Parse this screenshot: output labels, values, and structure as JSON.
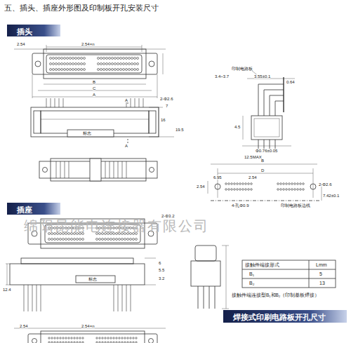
{
  "diagram": {
    "title": "五、插头、插座外形图及印制板开孔安装尺寸",
    "nodes": [
      {
        "text": [
          "插头"
        ]
      },
      {
        "text": [
          "插座"
        ]
      },
      {
        "text": [
          "焊接式印刷电路板开孔尺寸"
        ]
      }
    ],
    "labels": [
      "2.54",
      "2.54×n",
      "B",
      "C",
      "A",
      "2-Φ2.6",
      "A",
      "A",
      "7",
      "16",
      "19.5",
      "标志",
      "印制电路板",
      "3.4~3.7",
      "3.55±0.1",
      "0.64",
      "4.5",
      "Φ0.76±0.05",
      "12.5MAX",
      "B",
      "D",
      "6.95",
      "2.54",
      "2-Φ2.6",
      "4-孔Φ0.9",
      "印制电路板边线",
      "2.54",
      "7.42±0.1",
      "绵阳昆能电连接器有限公司",
      "2-Φ3.2",
      "12.4",
      "6",
      "5.5",
      "3.2",
      "标志",
      "接触件端接形式",
      "Lmm",
      "B₁",
      "5",
      "B₂",
      "13",
      "接触件端连接型B₁和B₂（印制基板焊接）",
      "2.54",
      "2.54×n"
    ]
  }
}
